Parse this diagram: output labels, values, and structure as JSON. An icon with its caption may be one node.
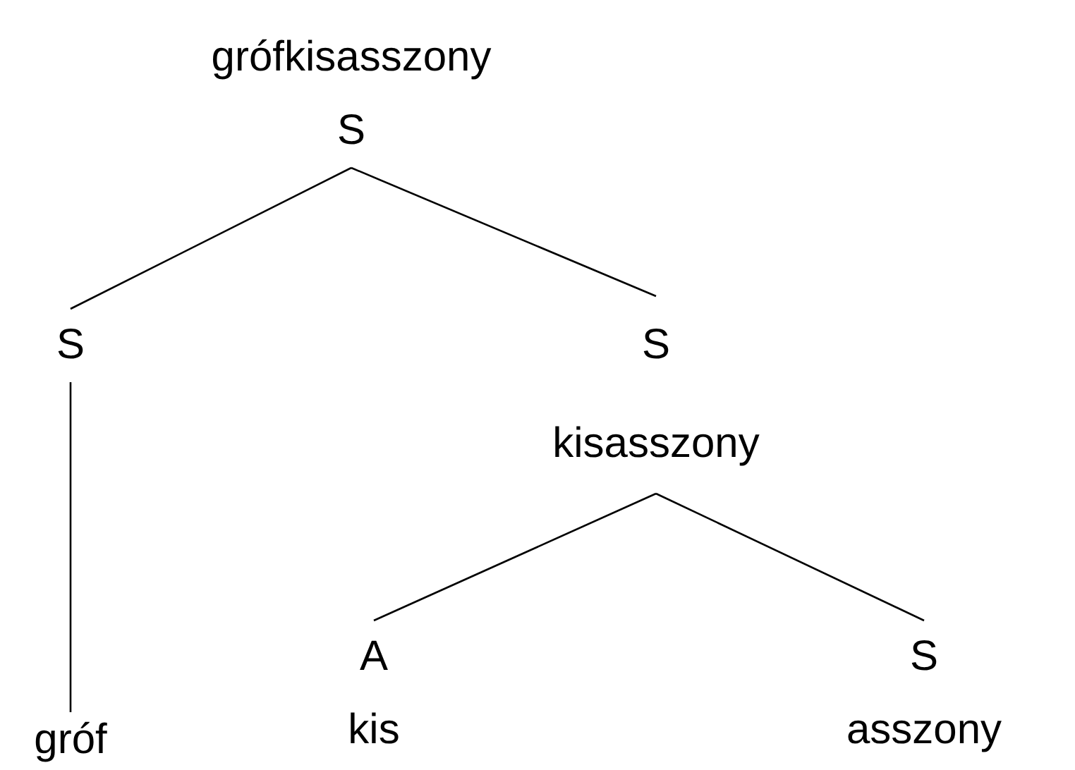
{
  "diagram": {
    "nodes": [
      {
        "text": [
          "grófkisasszony",
          "S"
        ]
      },
      {
        "text": [
          "S"
        ]
      },
      {
        "text": [
          "S",
          "kisasszony"
        ]
      },
      {
        "text": [
          "gróf"
        ]
      },
      {
        "text": [
          "A",
          "kis"
        ]
      },
      {
        "text": [
          "S",
          "asszony"
        ]
      }
    ],
    "edges": [
      {
        "from": 0,
        "to": 1,
        "arrow": "none"
      },
      {
        "from": 0,
        "to": 2,
        "arrow": "none"
      },
      {
        "from": 1,
        "to": 3,
        "arrow": "none"
      },
      {
        "from": 2,
        "to": 4,
        "arrow": "none"
      },
      {
        "from": 2,
        "to": 5,
        "arrow": "none"
      }
    ]
  }
}
